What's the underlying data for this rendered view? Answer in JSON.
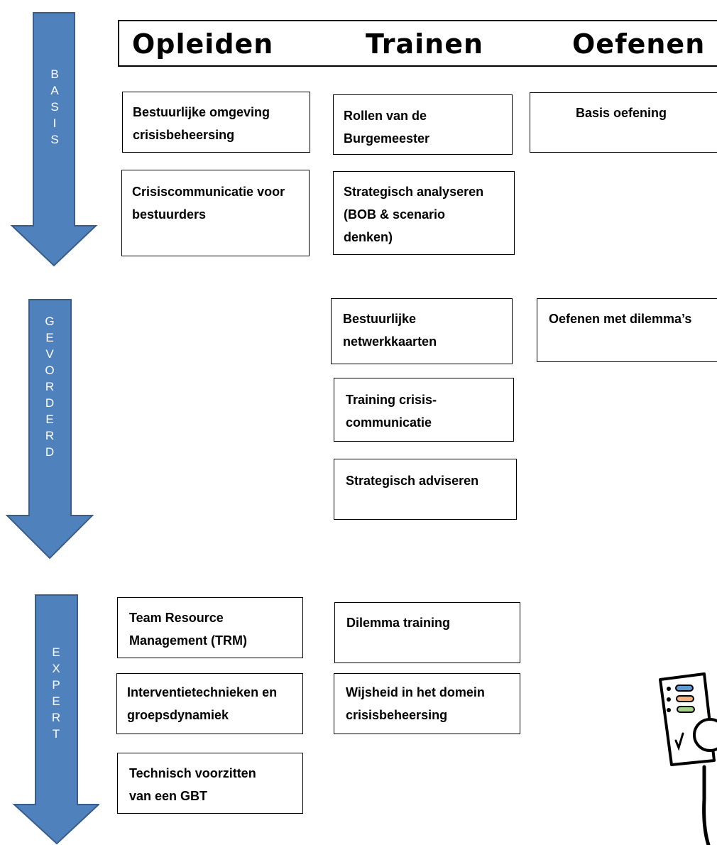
{
  "header": {
    "col_opleiden": "Opleiden",
    "col_trainen": "Trainen",
    "col_oefenen": "Oefenen"
  },
  "levels": {
    "basis": [
      "B",
      "A",
      "S",
      "I",
      "S"
    ],
    "gevorderd": [
      "G",
      "E",
      "V",
      "O",
      "R",
      "D",
      "E",
      "R",
      "D"
    ],
    "expert": [
      "E",
      "X",
      "P",
      "E",
      "R",
      "T"
    ]
  },
  "boxes": {
    "basis_opleiden_1": "Bestuurlijke omgeving crisisbeheersing",
    "basis_opleiden_2": "Crisiscommunicatie voor bestuurders",
    "basis_trainen_1": "Rollen van de Burgemeester",
    "basis_trainen_2": "Strategisch analyseren (BOB & scenario denken)",
    "basis_oefenen_1": "Basis oefening",
    "gevorderd_trainen_1": "Bestuurlijke netwerkkaarten",
    "gevorderd_trainen_2": "Training crisis-communicatie",
    "gevorderd_trainen_3": "Strategisch adviseren",
    "gevorderd_oefenen_1": "Oefenen met dilemma’s",
    "expert_opleiden_1": "Team Resource Management (TRM)",
    "expert_opleiden_2": "Interventietechnieken en groepsdynamiek",
    "expert_opleiden_3": "Technisch voorzitten van een GBT",
    "expert_trainen_1": "Dilemma training",
    "expert_trainen_2": "Wijsheid in het domein crisisbeheersing"
  },
  "colors": {
    "arrow_fill": "#4f81bd",
    "arrow_stroke": "#385d8a"
  },
  "icons": {
    "figure": "person-holding-checklist-icon"
  }
}
